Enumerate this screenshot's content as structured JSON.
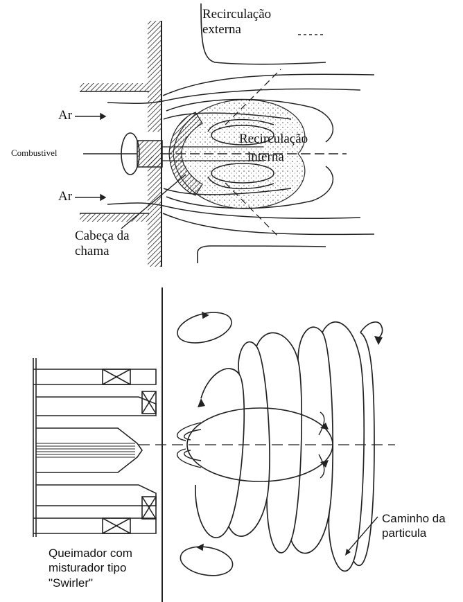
{
  "top_diagram": {
    "labels": {
      "recirc_externa_line1": "Recirculação",
      "recirc_externa_line2": "externa",
      "ar_top": "Ar",
      "combustivel": "Combustivel",
      "recirc_interna_line1": "Recirculação",
      "recirc_interna_line2": "interna",
      "ar_bottom": "Ar",
      "cabeca_line1": "Cabeça da",
      "cabeca_line2": "chama"
    }
  },
  "bottom_diagram": {
    "labels": {
      "queimador_line1": "Queimador com",
      "queimador_line2": "misturador tipo",
      "queimador_line3": "\"Swirler\"",
      "caminho_line1": "Caminho da",
      "caminho_line2": "particula"
    }
  }
}
